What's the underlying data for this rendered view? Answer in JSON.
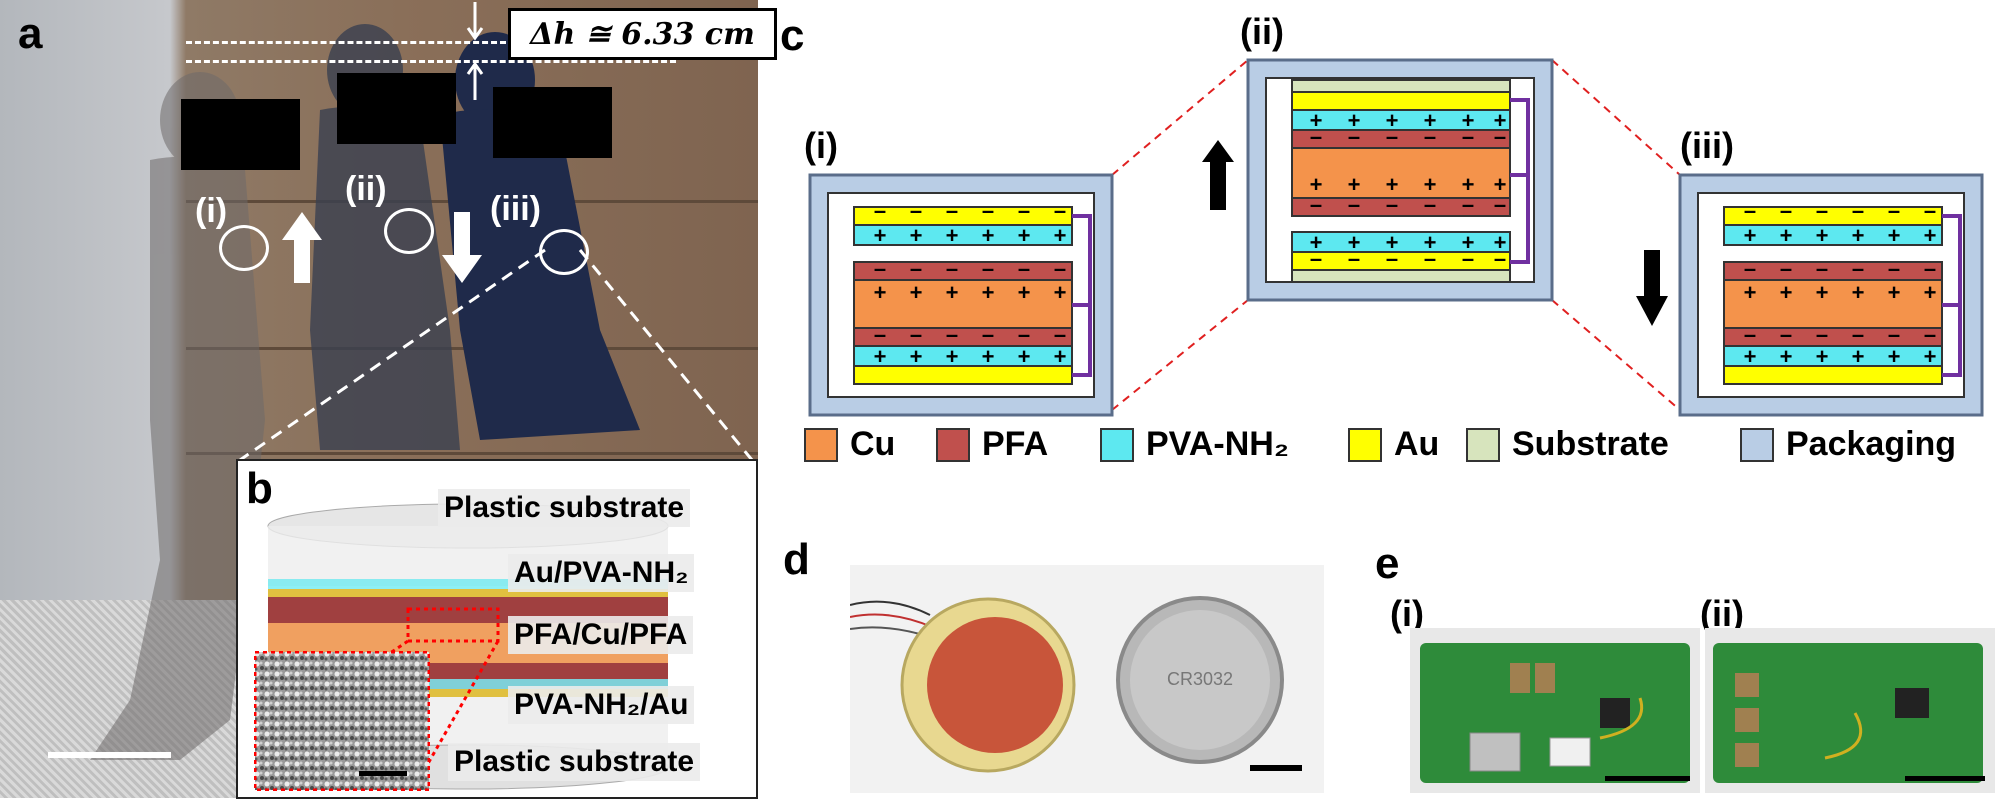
{
  "panels": {
    "a": {
      "label": "a",
      "delta_h": "Δh ≅ 6.33 cm",
      "stage_labels": [
        "(i)",
        "(ii)",
        "(iii)"
      ]
    },
    "b": {
      "label": "b",
      "layers": [
        "Plastic substrate",
        "Au/PVA-NH₂",
        "PFA/Cu/PFA",
        "PVA-NH₂/Au",
        "Plastic substrate"
      ]
    },
    "c": {
      "label": "c",
      "stage_labels": [
        "(i)",
        "(ii)",
        "(iii)"
      ],
      "charge_plus": "+",
      "charge_minus": "–",
      "legend": [
        {
          "label": "Cu",
          "color": "#f4934b"
        },
        {
          "label": "PFA",
          "color": "#c0504d"
        },
        {
          "label": "PVA-NH₂",
          "color": "#5de8f0"
        },
        {
          "label": "Au",
          "color": "#ffff00"
        },
        {
          "label": "Substrate",
          "color": "#d7e4bd"
        },
        {
          "label": "Packaging",
          "color": "#b9cde5"
        }
      ]
    },
    "d": {
      "label": "d",
      "battery_text": "CR3032"
    },
    "e": {
      "label": "e",
      "sub_labels": [
        "(i)",
        "(ii)"
      ]
    }
  },
  "colors": {
    "cu": "#f4934b",
    "pfa": "#c0504d",
    "pva": "#5de8f0",
    "au": "#ffff00",
    "substrate": "#d7e4bd",
    "packaging": "#b9cde5",
    "wire": "#7030a0",
    "dashed_red": "#e02020"
  }
}
